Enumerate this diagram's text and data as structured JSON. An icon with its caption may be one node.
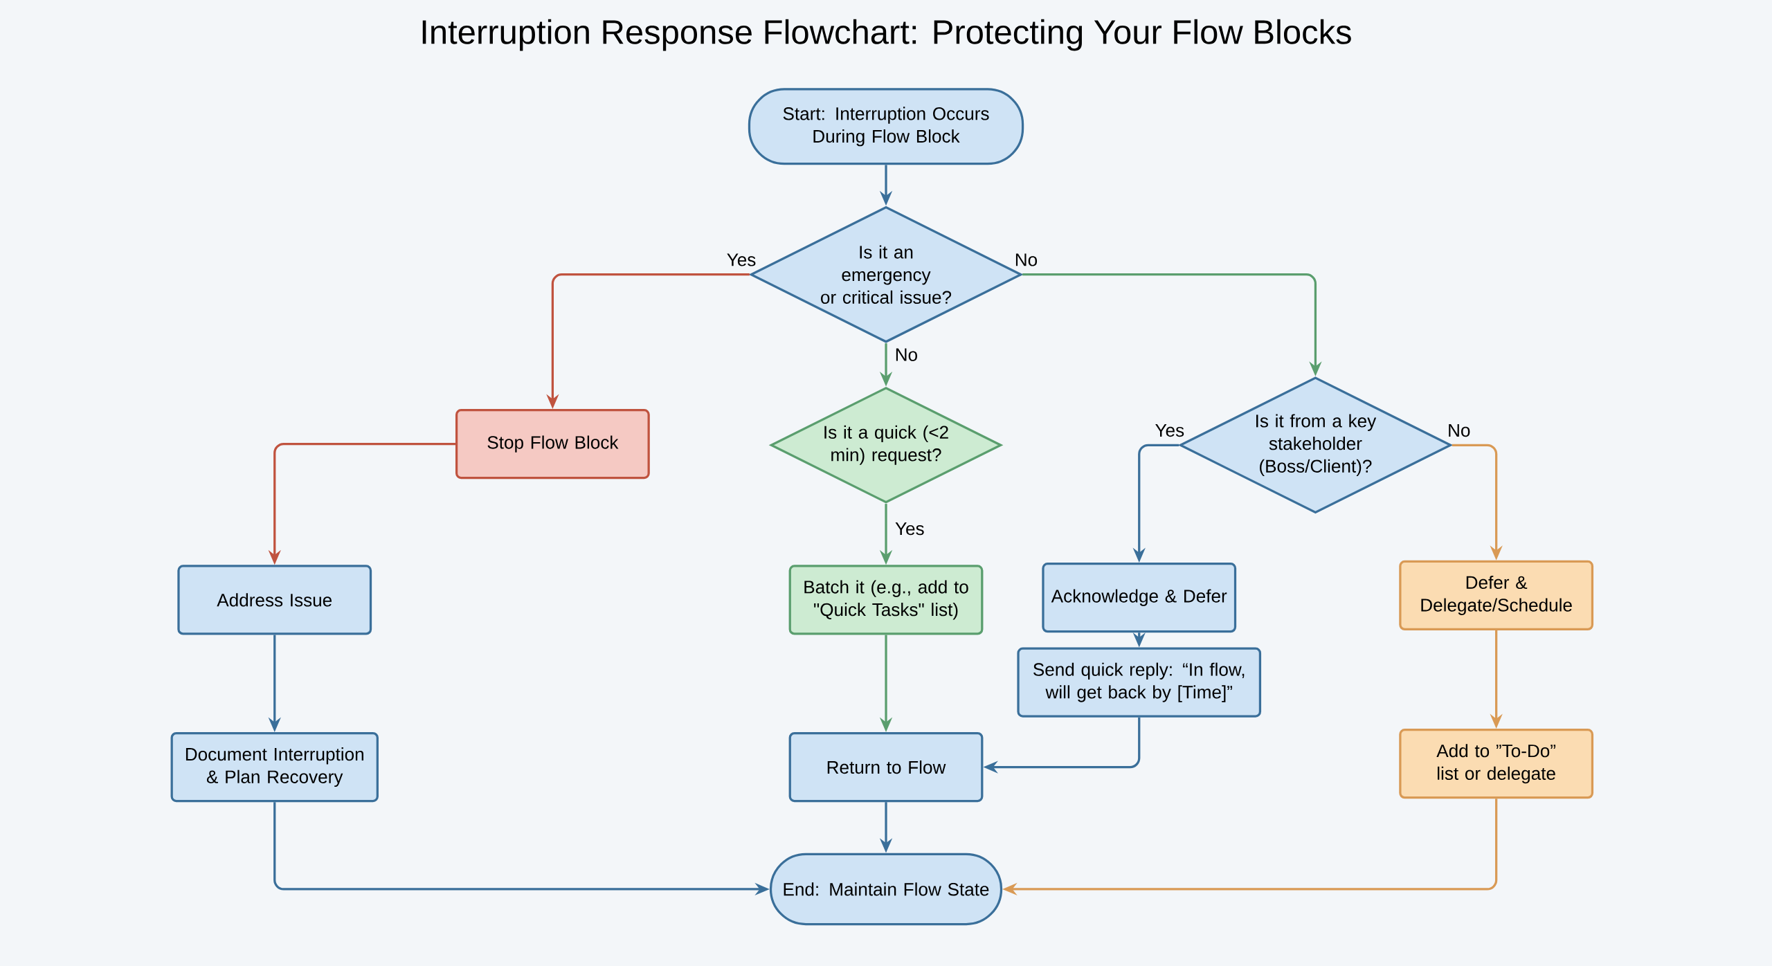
{
  "diagram": {
    "title": "Interruption Response Flowchart: Protecting Your Flow Blocks",
    "nodes": [
      {
        "text": [
          "Start: Interruption Occurs During Flow Block"
        ]
      },
      {
        "text": [
          "Is it an emergency or critical issue?"
        ]
      },
      {
        "text": [
          "Stop Flow Block"
        ]
      },
      {
        "text": [
          "Is it a quick (<2 min) request?"
        ]
      },
      {
        "text": [
          "Is it from a key stakeholder (Boss/Client)?"
        ]
      },
      {
        "text": [
          "Address Issue"
        ]
      },
      {
        "text": [
          "Batch it (e.g., add to \"Quick Tasks\" list)"
        ]
      },
      {
        "text": [
          "Acknowledge & Defer"
        ]
      },
      {
        "text": [
          "Defer & Delegate/Schedule"
        ]
      },
      {
        "text": [
          "Send quick reply: “In flow, will get back by [Time]”"
        ]
      },
      {
        "text": [
          "Document Interruption & Plan Recovery"
        ]
      },
      {
        "text": [
          "Return to Flow"
        ]
      },
      {
        "text": [
          "Add to ”To-Do” list or delegate"
        ]
      },
      {
        "text": [
          "End: Maintain Flow State"
        ]
      }
    ],
    "edges": [
      {
        "from": 0,
        "to": 1,
        "arrow": "to"
      },
      {
        "from": 1,
        "to": 2,
        "arrow": "to",
        "label": "Yes",
        "color": "#c0533f"
      },
      {
        "from": 1,
        "to": 3,
        "arrow": "to",
        "label": "No",
        "color": "#5a9e6e"
      },
      {
        "from": 1,
        "to": 4,
        "arrow": "to",
        "label": "No",
        "color": "#5a9e6e"
      },
      {
        "from": 2,
        "to": 5,
        "arrow": "to",
        "color": "#c0533f"
      },
      {
        "from": 3,
        "to": 6,
        "arrow": "to",
        "label": "Yes",
        "color": "#5a9e6e"
      },
      {
        "from": 4,
        "to": 7,
        "arrow": "to",
        "label": "Yes"
      },
      {
        "from": 4,
        "to": 8,
        "arrow": "to",
        "label": "No",
        "color": "#d99a55"
      },
      {
        "from": 5,
        "to": 10,
        "arrow": "to"
      },
      {
        "from": 6,
        "to": 11,
        "arrow": "to",
        "color": "#5a9e6e"
      },
      {
        "from": 7,
        "to": 9,
        "arrow": "to"
      },
      {
        "from": 8,
        "to": 12,
        "arrow": "to",
        "color": "#d99a55"
      },
      {
        "from": 9,
        "to": 11,
        "arrow": "to"
      },
      {
        "from": 10,
        "to": 13,
        "arrow": "to"
      },
      {
        "from": 11,
        "to": 13,
        "arrow": "to"
      },
      {
        "from": 12,
        "to": 13,
        "arrow": "to",
        "color": "#d99a55"
      }
    ]
  }
}
